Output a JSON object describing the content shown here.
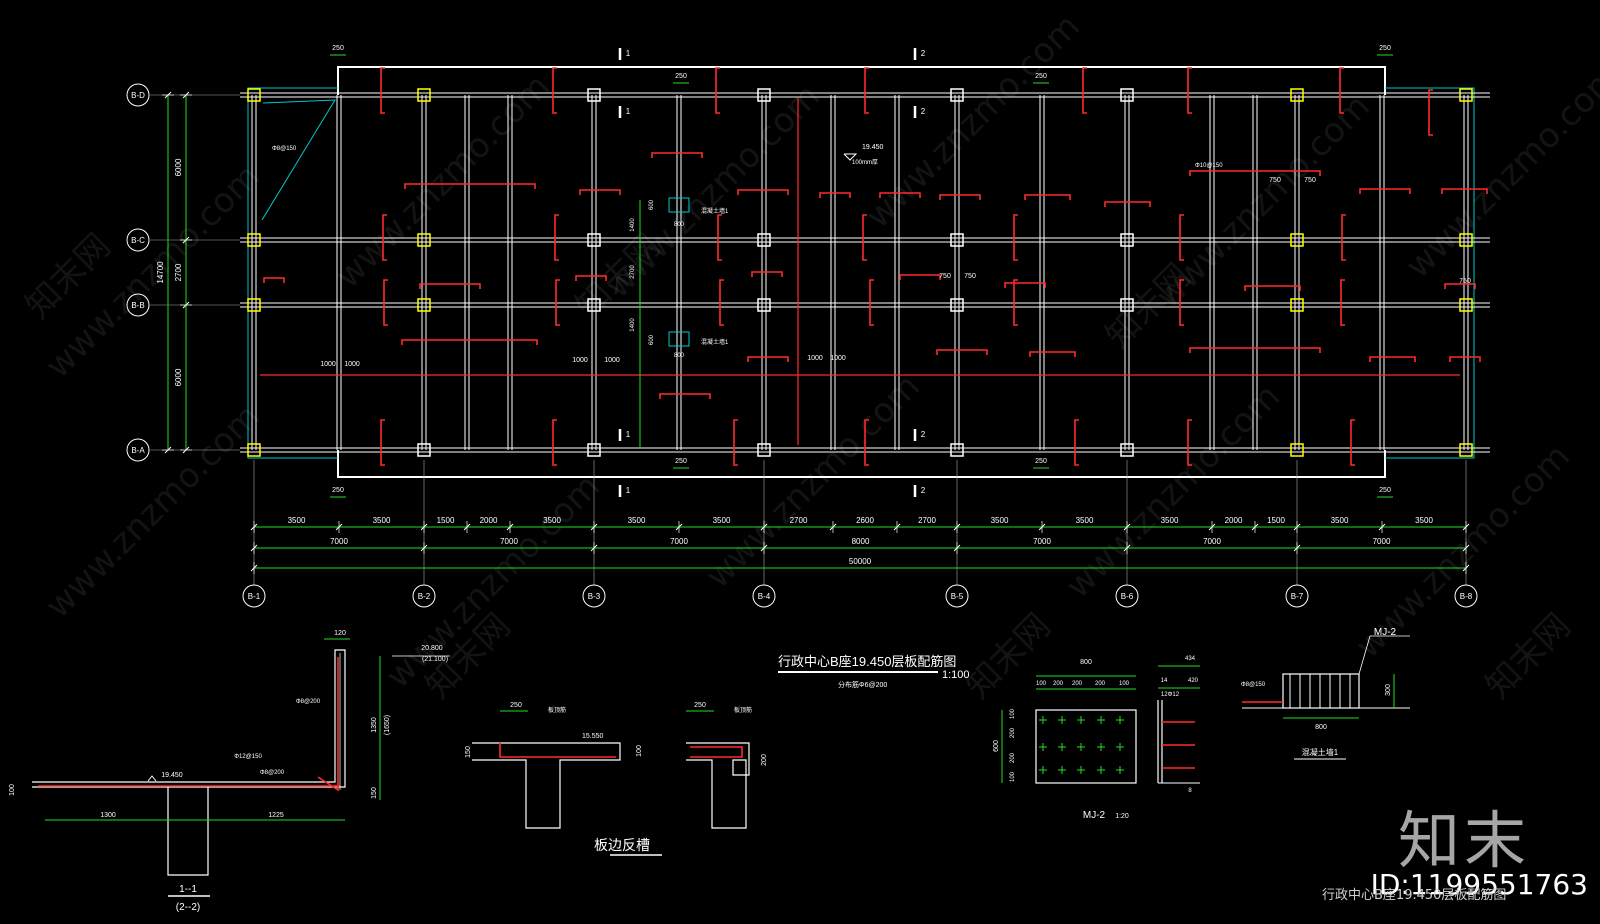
{
  "plan": {
    "row_axes": [
      "B-D",
      "B-C",
      "B-B",
      "B-A"
    ],
    "col_axes": [
      "B-1",
      "B-2",
      "B-3",
      "B-4",
      "B-5",
      "B-6",
      "B-7",
      "B-8"
    ],
    "sub_spans": [
      "3500",
      "3500",
      "1500",
      "2000",
      "3500",
      "3500",
      "3500",
      "2700",
      "2600",
      "2700",
      "3500",
      "3500",
      "3500",
      "2000",
      "1500",
      "3500",
      "3500"
    ],
    "bay_spans": [
      "7000",
      "7000",
      "7000",
      "8000",
      "7000",
      "7000",
      "7000"
    ],
    "total": "50000",
    "row_spans": [
      "6000",
      "2700",
      "6000"
    ],
    "row_total": "14700",
    "cantilever": "250",
    "elevation": "19.450",
    "elev_note": "100mm厚",
    "section_marks": [
      "1",
      "2"
    ],
    "labels": {
      "opening": "混凝土墙1",
      "rebar_a": "Φ8@150",
      "rebar_b": "Φ10@150",
      "dim_800": "800",
      "dim_600": "600",
      "dim_1400": "1400",
      "dim_2700": "2700",
      "dim_1000": "1000",
      "dim_750": "750"
    }
  },
  "title": {
    "main": "行政中心B座19.450层板配筋图",
    "scale": "1:100",
    "note": "分布筋Φ6@200"
  },
  "section11": {
    "mark": "1--1",
    "mark2": "(2--2)",
    "elev_top": "20.800",
    "elev_top2": "(21.100)",
    "elev_floor": "19.450",
    "dim_wall": "120",
    "dim_height": "1350",
    "dim_height2": "(1650)",
    "dim_150": "150",
    "dim_100": "100",
    "dim_left": "1300",
    "dim_right": "1225",
    "rebar_1": "Φ8@200",
    "rebar_2": "Φ12@150",
    "rebar_3": "Φ8@200"
  },
  "edge": {
    "title": "板边反槽",
    "dim_250": "250",
    "elev": "15.550",
    "label": "板顶筋",
    "dim_150": "150",
    "dim_100": "100",
    "dim_200": "200"
  },
  "mj2": {
    "title": "MJ-2",
    "scale": "1:20",
    "dim_800": "800",
    "dims_top": [
      "100",
      "200",
      "200",
      "200",
      "100"
    ],
    "dim_600": "600",
    "dims_side": [
      "100",
      "200",
      "200",
      "100"
    ],
    "side_434": "434",
    "side_14": "14",
    "side_420": "420",
    "side_12": "12Φ12",
    "side_8": "8"
  },
  "mj2b": {
    "label": "MJ-2",
    "rebar": "Φ8@150",
    "dim_300": "300",
    "dim_800": "800",
    "caption": "混凝土墙1"
  },
  "watermark": "www.znzmo.com",
  "watermark_cn": "知末网",
  "brand": "知末",
  "id": "ID:1199551763",
  "footer": "行政中心B座19.450层板配筋图",
  "colors": {
    "bg": "#000000",
    "line": "#ffffff",
    "rebar": "#ff2a2a",
    "dim": "#22dd22",
    "text": "#ffffff",
    "column": "#ffff00",
    "edge": "#00c8c8"
  }
}
